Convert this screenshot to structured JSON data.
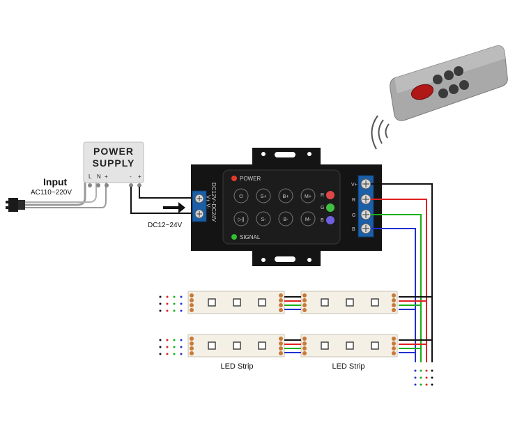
{
  "input": {
    "label": "Input",
    "voltage": "AC110~220V"
  },
  "power_supply": {
    "line1": "POWER",
    "line2": "SUPPLY",
    "terminals": [
      "L",
      "N",
      "+",
      "-",
      "+"
    ]
  },
  "controller": {
    "dc_label": "DC12~24V",
    "side_label": "DC12V~DC24V",
    "side_terminals": "V+  V-",
    "power_label": "POWER",
    "signal_label": "SIGNAL",
    "buttons_top": [
      "S+",
      "B+",
      "M+"
    ],
    "buttons_bottom": [
      "S-",
      "B-",
      "M-"
    ],
    "output_labels": [
      "V+",
      "R",
      "G",
      "B"
    ]
  },
  "strips": {
    "label_left": "LED Strip",
    "label_right": "LED Strip"
  },
  "colors": {
    "wire_red": "#e02020",
    "wire_green": "#18b018",
    "wire_blue": "#2030d0",
    "wire_black": "#111111",
    "controller_body": "#141414",
    "terminal_blue": "#1a5fa8",
    "strip_fill": "#f4f0e6"
  }
}
